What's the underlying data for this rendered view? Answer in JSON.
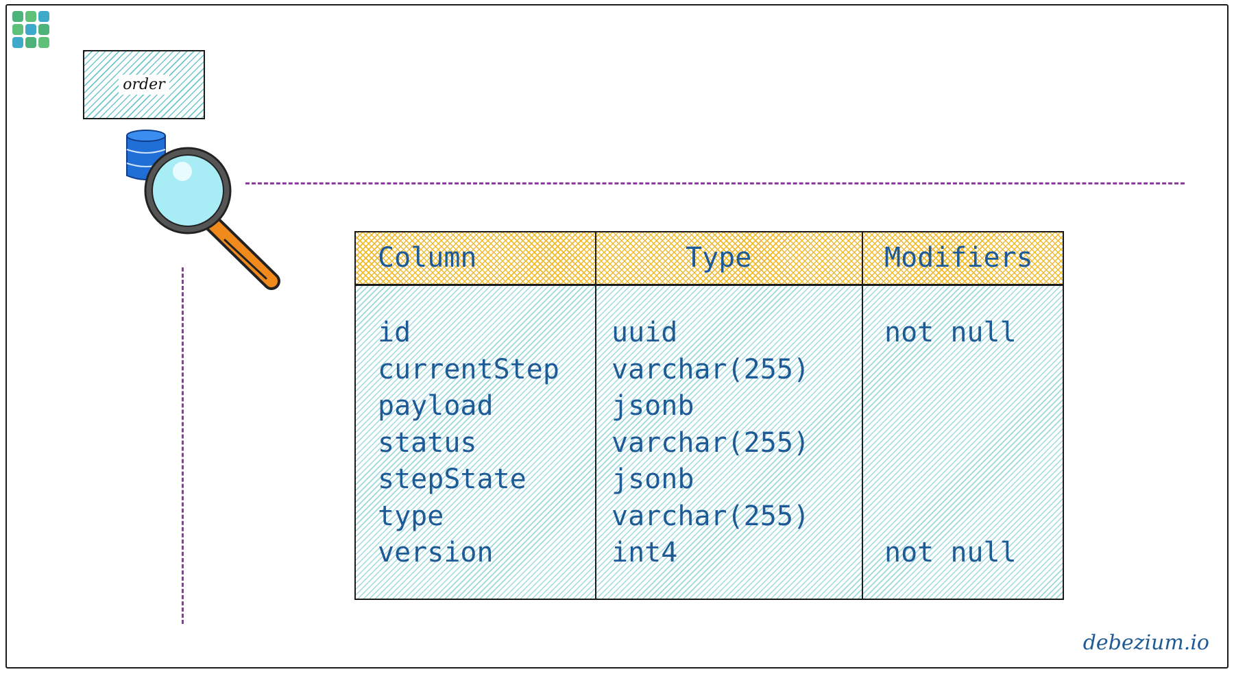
{
  "colors": {
    "accent_dashed": "#8e3aa0",
    "header_hatch": "#f0b92e",
    "body_hatch": "#9ed8de",
    "text_blue": "#1e5b96"
  },
  "logo": {
    "icon": "grid-logo-icon"
  },
  "order_box": {
    "label": "order"
  },
  "icons": {
    "database": "database-icon",
    "magnifier": "magnifying-glass-icon"
  },
  "table": {
    "headers": [
      "Column",
      "Type",
      "Modifiers"
    ],
    "rows": [
      {
        "column": "id",
        "type": "uuid",
        "modifiers": "not null"
      },
      {
        "column": "currentStep",
        "type": "varchar(255)",
        "modifiers": ""
      },
      {
        "column": "payload",
        "type": "jsonb",
        "modifiers": ""
      },
      {
        "column": "status",
        "type": "varchar(255)",
        "modifiers": ""
      },
      {
        "column": "stepState",
        "type": "jsonb",
        "modifiers": ""
      },
      {
        "column": "type",
        "type": "varchar(255)",
        "modifiers": ""
      },
      {
        "column": "version",
        "type": "int4",
        "modifiers": "not null"
      }
    ]
  },
  "brand": "debezium.io"
}
